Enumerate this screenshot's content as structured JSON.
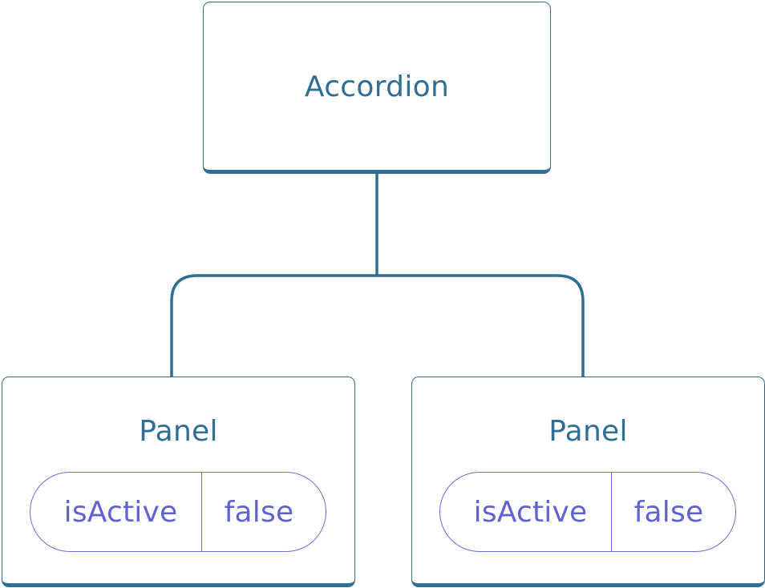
{
  "diagram": {
    "root": {
      "label": "Accordion"
    },
    "children": [
      {
        "label": "Panel",
        "state": {
          "key": "isActive",
          "value": "false"
        }
      },
      {
        "label": "Panel",
        "state": {
          "key": "isActive",
          "value": "false"
        }
      }
    ],
    "colors": {
      "node_border": "#2f6f96",
      "node_text": "#2f6f96",
      "state_border": "#6b6fd4",
      "state_text": "#5e63d1"
    }
  }
}
